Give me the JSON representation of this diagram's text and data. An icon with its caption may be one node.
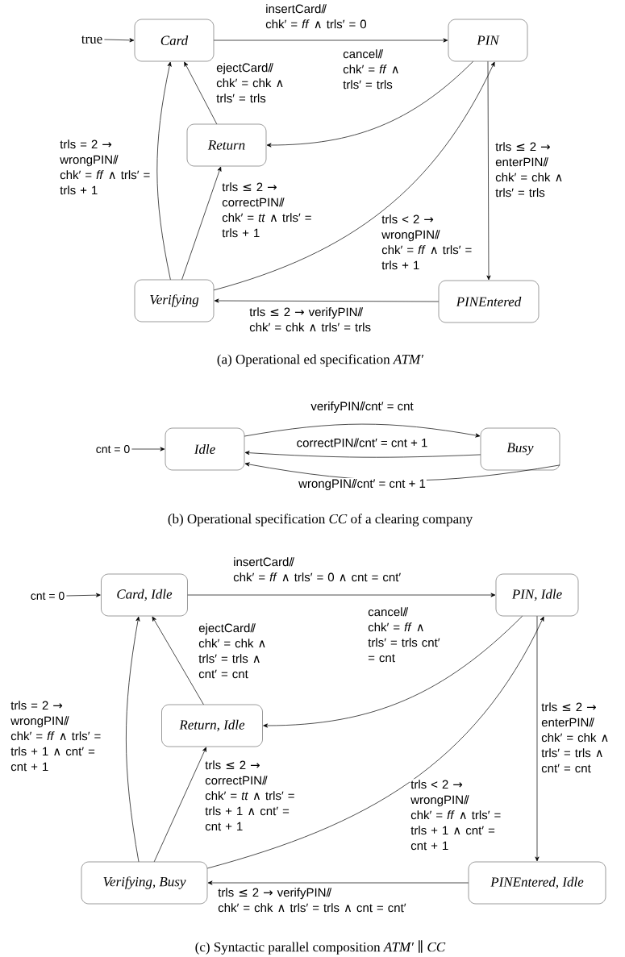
{
  "diagram": {
    "nodes": [
      {
        "text": [
          "true"
        ]
      },
      {
        "text": [
          "Card"
        ]
      },
      {
        "text": [
          "PIN"
        ]
      },
      {
        "text": [
          "Return"
        ]
      },
      {
        "text": [
          "Verifying"
        ]
      },
      {
        "text": [
          "PINEntered"
        ]
      },
      {
        "text": [
          "cnt = 0"
        ]
      },
      {
        "text": [
          "Idle"
        ]
      },
      {
        "text": [
          "Busy"
        ]
      },
      {
        "text": [
          "cnt = 0"
        ]
      },
      {
        "text": [
          "Card, Idle"
        ]
      },
      {
        "text": [
          "PIN, Idle"
        ]
      },
      {
        "text": [
          "Return, Idle"
        ]
      },
      {
        "text": [
          "Verifying, Busy"
        ]
      },
      {
        "text": [
          "PINEntered, Idle"
        ]
      }
    ],
    "edges": [
      {
        "from": 0,
        "to": 1,
        "arrow": "to"
      },
      {
        "from": 1,
        "to": 2,
        "arrow": "to",
        "label": "insertCard// chk′ = *ff* ∧ trls′ = 0"
      },
      {
        "from": 2,
        "to": 3,
        "arrow": "to",
        "label": "cancel// chk′ = *ff* ∧ trls′ = trls"
      },
      {
        "from": 3,
        "to": 1,
        "arrow": "to",
        "label": "ejectCard// chk′ = chk ∧ trls′ = trls"
      },
      {
        "from": 4,
        "to": 1,
        "arrow": "to",
        "label": "trls = 2 → wrongPIN// chk′ = *ff* ∧ trls′ = trls + 1"
      },
      {
        "from": 4,
        "to": 3,
        "arrow": "to",
        "label": "trls ≤ 2 → correctPIN// chk′ = *tt* ∧ trls′ = trls + 1"
      },
      {
        "from": 4,
        "to": 2,
        "arrow": "to",
        "label": "trls < 2 → wrongPIN// chk′ = *ff* ∧ trls′ = trls + 1"
      },
      {
        "from": 2,
        "to": 5,
        "arrow": "to",
        "label": "trls ≤ 2 → enterPIN// chk′ = chk ∧ trls′ = trls"
      },
      {
        "from": 5,
        "to": 4,
        "arrow": "to",
        "label": "trls ≤ 2 → verifyPIN// chk′ = chk ∧ trls′ = trls"
      },
      {
        "from": 6,
        "to": 7,
        "arrow": "to"
      },
      {
        "from": 7,
        "to": 8,
        "arrow": "to",
        "label": "verifyPIN//cnt′ = cnt"
      },
      {
        "from": 8,
        "to": 7,
        "arrow": "to",
        "label": "correctPIN//cnt′ = cnt + 1"
      },
      {
        "from": 8,
        "to": 7,
        "arrow": "to",
        "label": "wrongPIN//cnt′ = cnt + 1"
      },
      {
        "from": 9,
        "to": 10,
        "arrow": "to"
      },
      {
        "from": 10,
        "to": 11,
        "arrow": "to",
        "label": "insertCard// chk′ = *ff* ∧ trls′ = 0 ∧ cnt = cnt′"
      },
      {
        "from": 11,
        "to": 12,
        "arrow": "to",
        "label": "cancel// chk′ = *ff* ∧ trls′ = trls cnt′ = cnt"
      },
      {
        "from": 12,
        "to": 10,
        "arrow": "to",
        "label": "ejectCard// chk′ = chk ∧ trls′ = trls ∧ cnt′ = cnt"
      },
      {
        "from": 13,
        "to": 10,
        "arrow": "to",
        "label": "trls = 2 → wrongPIN// chk′ = *ff* ∧ trls′ = trls + 1 ∧ cnt′ = cnt + 1"
      },
      {
        "from": 13,
        "to": 12,
        "arrow": "to",
        "label": "trls ≤ 2 → correctPIN// chk′ = *tt* ∧ trls′ = trls + 1 ∧ cnt′ = cnt + 1"
      },
      {
        "from": 13,
        "to": 11,
        "arrow": "to",
        "label": "trls < 2 → wrongPIN// chk′ = *ff* ∧ trls′ = trls + 1 ∧ cnt′ = cnt + 1"
      },
      {
        "from": 11,
        "to": 14,
        "arrow": "to",
        "label": "trls ≤ 2 → enterPIN// chk′ = chk ∧ trls′ = trls ∧ cnt′ = cnt"
      },
      {
        "from": 14,
        "to": 13,
        "arrow": "to",
        "label": "trls ≤ 2 → verifyPIN// chk′ = chk ∧ trls′ = trls ∧ cnt = cnt′"
      }
    ],
    "labels": [
      "(a) Operational ed specification *ATM′*",
      "(b) Operational specification *CC* of a clearing company",
      "(c) Syntactic parallel composition *ATM′* ∥ *CC*"
    ]
  }
}
